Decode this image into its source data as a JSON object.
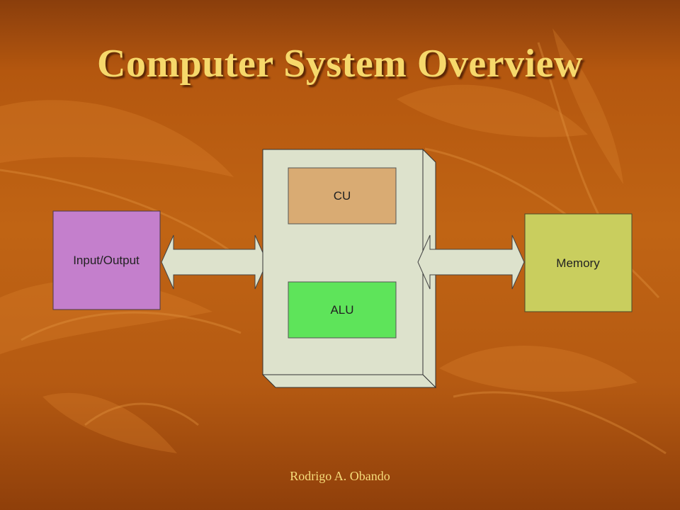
{
  "slide": {
    "title": "Computer System Overview",
    "footer": "Rodrigo A. Obando"
  },
  "diagram": {
    "input_output": {
      "label": "Input/Output",
      "color": "#c47fcc"
    },
    "cpu": {
      "color": "#dde2cc",
      "cu": {
        "label": "CU",
        "color": "#d9ab73"
      },
      "alu": {
        "label": "ALU",
        "color": "#5ee45a"
      }
    },
    "memory": {
      "label": "Memory",
      "color": "#c9ce5e"
    },
    "arrow_color": "#dde2cc"
  },
  "theme": {
    "title_color": "#f6d86b",
    "footer_color": "#f7dc7a",
    "background": "#c06414"
  }
}
